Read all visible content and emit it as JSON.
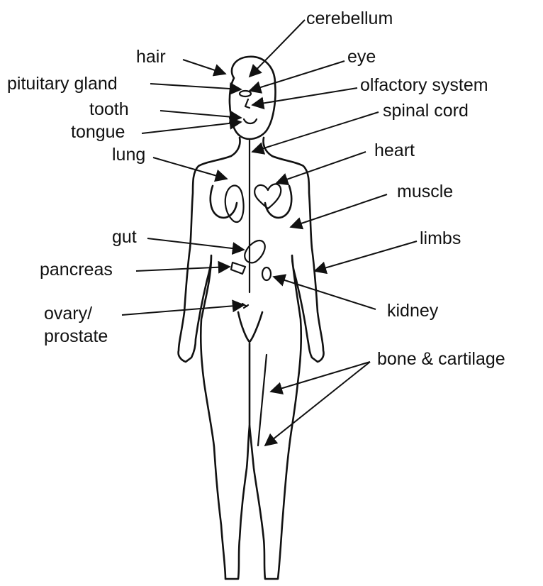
{
  "labels": {
    "cerebellum": "cerebellum",
    "hair": "hair",
    "eye": "eye",
    "pituitary_gland": "pituitary gland",
    "olfactory_system": "olfactory system",
    "tooth": "tooth",
    "spinal_cord": "spinal cord",
    "tongue": "tongue",
    "lung": "lung",
    "heart": "heart",
    "muscle": "muscle",
    "gut": "gut",
    "limbs": "limbs",
    "pancreas": "pancreas",
    "kidney": "kidney",
    "ovary_line1": "ovary/",
    "ovary_line2": "prostate",
    "bone_cartilage": "bone & cartilage"
  }
}
